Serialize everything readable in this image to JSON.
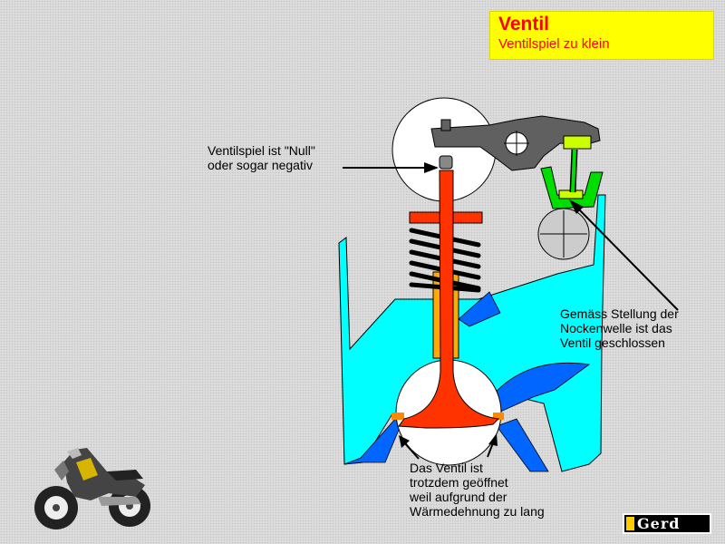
{
  "title": {
    "main": "Ventil",
    "sub": "Ventilspiel zu klein"
  },
  "labels": {
    "clearance": [
      "Ventilspiel ist \"Null\"",
      "oder sogar negativ"
    ],
    "camshaft": [
      "Gemäss Stellung der",
      "Nockenwelle ist das",
      "Ventil geschlossen"
    ],
    "open": [
      "Das Ventil ist",
      "trotzdem geöffnet",
      "weil aufgrund der",
      "Wärmedehnung zu lang"
    ]
  },
  "logo": {
    "text": "Gerd"
  },
  "colors": {
    "background": "#dcdcdc",
    "title_box": "#ffff00",
    "title_text": "#ff0000",
    "valve": "#ff3300",
    "cylinder_head": "#00ffff",
    "port_shadow": "#0066ff",
    "valve_guide": "#ffaa00",
    "tappet": "#00cc00",
    "tappet_shim": "#ccff00",
    "rocker_arm": "#606060"
  }
}
